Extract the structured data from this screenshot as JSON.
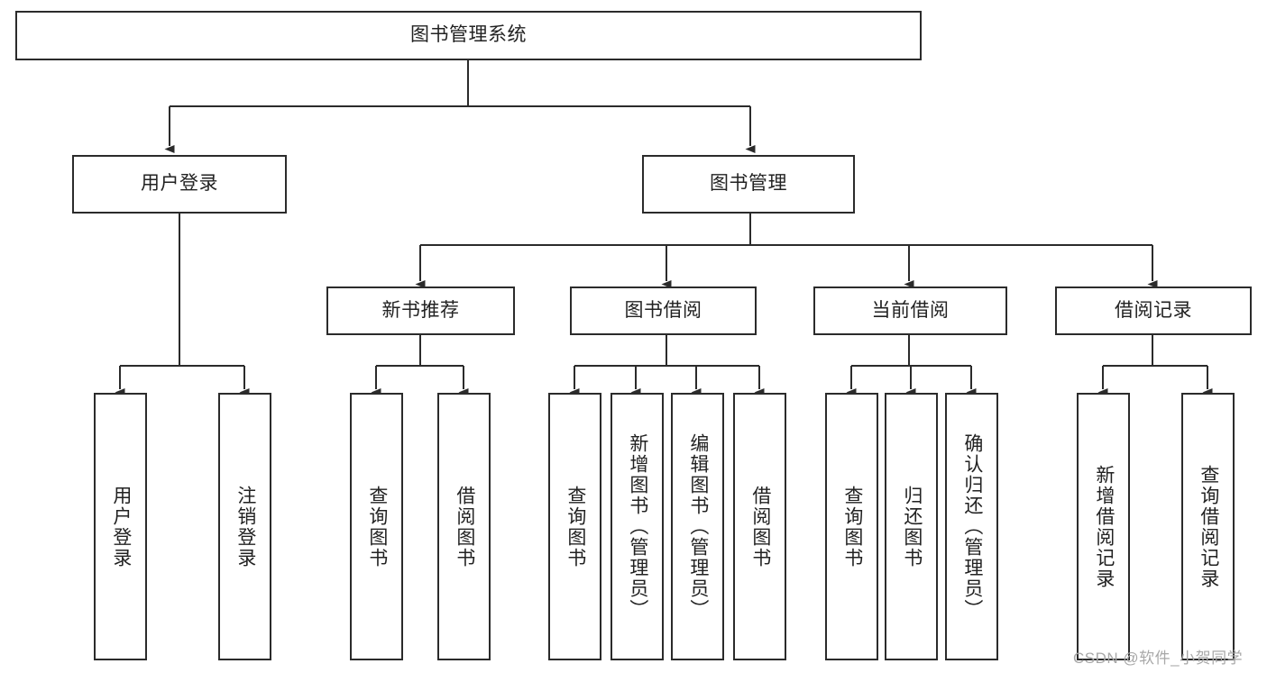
{
  "diagram": {
    "type": "hierarchy-tree",
    "title": "图书管理系统",
    "watermark": "CSDN @软件_小贺同学",
    "colors": {
      "box_border": "#2b2b2b",
      "box_fill": "#ffffff",
      "edge": "#2b2b2b",
      "text": "#222222",
      "watermark": "#a8a8a8"
    },
    "levels": [
      {
        "level": 1,
        "nodes": [
          {
            "id": "root",
            "label": "图书管理系统",
            "orientation": "horizontal"
          }
        ]
      },
      {
        "level": 2,
        "nodes": [
          {
            "id": "login",
            "label": "用户登录",
            "orientation": "horizontal",
            "parent": "root"
          },
          {
            "id": "bookmgmt",
            "label": "图书管理",
            "orientation": "horizontal",
            "parent": "root"
          }
        ]
      },
      {
        "level": 3,
        "nodes": [
          {
            "id": "newbook",
            "label": "新书推荐",
            "orientation": "horizontal",
            "parent": "bookmgmt"
          },
          {
            "id": "borrow",
            "label": "图书借阅",
            "orientation": "horizontal",
            "parent": "bookmgmt"
          },
          {
            "id": "current",
            "label": "当前借阅",
            "orientation": "horizontal",
            "parent": "bookmgmt"
          },
          {
            "id": "records",
            "label": "借阅记录",
            "orientation": "horizontal",
            "parent": "bookmgmt"
          }
        ]
      },
      {
        "level": 4,
        "nodes": [
          {
            "id": "leaf-user-login",
            "label": "用户登录",
            "orientation": "vertical",
            "parent": "login"
          },
          {
            "id": "leaf-user-logout",
            "label": "注销登录",
            "orientation": "vertical",
            "parent": "login"
          },
          {
            "id": "leaf-query-book-new",
            "label": "查询图书",
            "orientation": "vertical",
            "parent": "newbook"
          },
          {
            "id": "leaf-borrow-book-new",
            "label": "借阅图书",
            "orientation": "vertical",
            "parent": "newbook"
          },
          {
            "id": "leaf-query-book-borrow",
            "label": "查询图书",
            "orientation": "vertical",
            "parent": "borrow"
          },
          {
            "id": "leaf-add-book",
            "label": "新增图书（管理员）",
            "orientation": "vertical",
            "parent": "borrow"
          },
          {
            "id": "leaf-edit-book",
            "label": "编辑图书（管理员）",
            "orientation": "vertical",
            "parent": "borrow"
          },
          {
            "id": "leaf-borrow-book",
            "label": "借阅图书",
            "orientation": "vertical",
            "parent": "borrow"
          },
          {
            "id": "leaf-query-book-current",
            "label": "查询图书",
            "orientation": "vertical",
            "parent": "current"
          },
          {
            "id": "leaf-return-book",
            "label": "归还图书",
            "orientation": "vertical",
            "parent": "current"
          },
          {
            "id": "leaf-confirm-return",
            "label": "确认归还（管理员）",
            "orientation": "vertical",
            "parent": "current"
          },
          {
            "id": "leaf-add-record",
            "label": "新增借阅记录",
            "orientation": "vertical",
            "parent": "records"
          },
          {
            "id": "leaf-query-record",
            "label": "查询借阅记录",
            "orientation": "vertical",
            "parent": "records"
          }
        ]
      }
    ]
  }
}
